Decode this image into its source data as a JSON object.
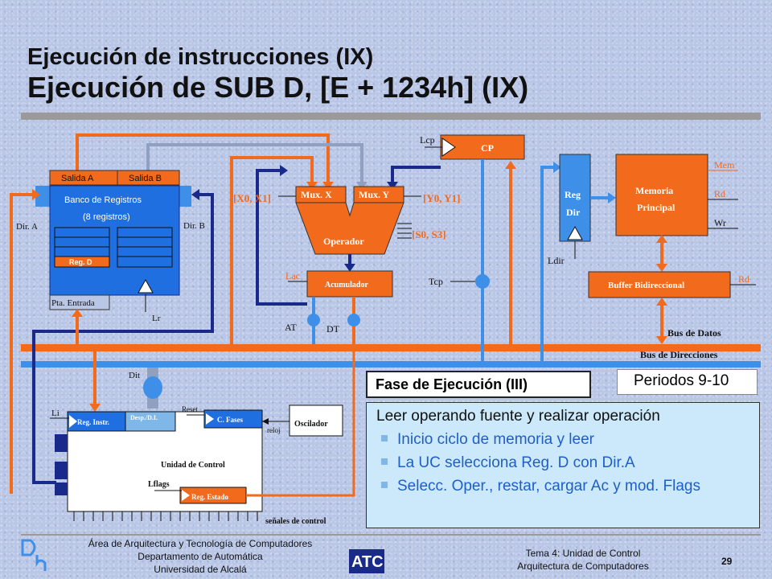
{
  "title_line1": "Ejecución de instrucciones (IX)",
  "title_line2": "Ejecución de SUB D, [E + 1234h] (IX)",
  "diagram": {
    "banco": {
      "salida_a": "Salida A",
      "salida_b": "Salida B",
      "title": "Banco de Registros",
      "subtitle": "(8 registros)",
      "reg_d": "Reg. D",
      "dir_a": "Dir. A",
      "dir_b": "Dir. B",
      "pta_entrada": "Pta. Entrada",
      "lr": "Lr"
    },
    "alu": {
      "mux_x": "Mux. X",
      "mux_y": "Mux. Y",
      "x_sel": "[X0, X1]",
      "y_sel": "[Y0, Y1]",
      "s_sel": "[S0, S3]",
      "operador": "Operador",
      "lac": "Lac",
      "acumulador": "Acumulador",
      "at": "AT",
      "dt": "DT"
    },
    "cp": {
      "label": "CP",
      "lcp": "Lcp",
      "tcp": "Tcp"
    },
    "memory": {
      "reg_dir_1": "Reg",
      "reg_dir_2": "Dir",
      "ldir": "Ldir",
      "mem_title_1": "Memoria",
      "mem_title_2": "Principal",
      "mem": "Mem",
      "rd": "Rd",
      "wr": "Wr",
      "buffer": "Buffer Bidireccional",
      "buffer_rd": "Rd"
    },
    "buses": {
      "datos": "Bus de Datos",
      "direcciones": "Bus de Direcciones"
    },
    "control": {
      "dit": "Dit",
      "li": "Li",
      "reg_instr": "Reg. Instr.",
      "desp": "Desp./D.I.",
      "reset": "Reset",
      "c_fases": "C. Fases",
      "oscilador": "Oscilador",
      "reloj": "reloj",
      "unidad": "Unidad de Control",
      "lflags": "Lflags",
      "reg_estado": "Reg. Estado",
      "senales": "señales de control"
    }
  },
  "fase": "Fase de Ejecución  (III)",
  "periodos": "Periodos  9-10",
  "bullet_head": "Leer operando fuente y realizar operación",
  "bullets": [
    "Inicio ciclo de memoria y leer",
    "La UC selecciona Reg. D con Dir.A",
    "Selecc. Oper., restar, cargar Ac y mod. Flags"
  ],
  "footer": {
    "left_1": "Área de Arquitectura y Tecnología de Computadores",
    "left_2": "Departamento de Automática",
    "left_3": "Universidad de Alcalá",
    "right_1": "Tema 4: Unidad de Control",
    "right_2": "Arquitectura de Computadores",
    "page": "29",
    "logo_text": "ATC"
  },
  "colors": {
    "orange": "#f26a1b",
    "blue": "#3d8fe8",
    "navy": "#1a2a8a",
    "reg_blue": "#1f6fe0"
  }
}
